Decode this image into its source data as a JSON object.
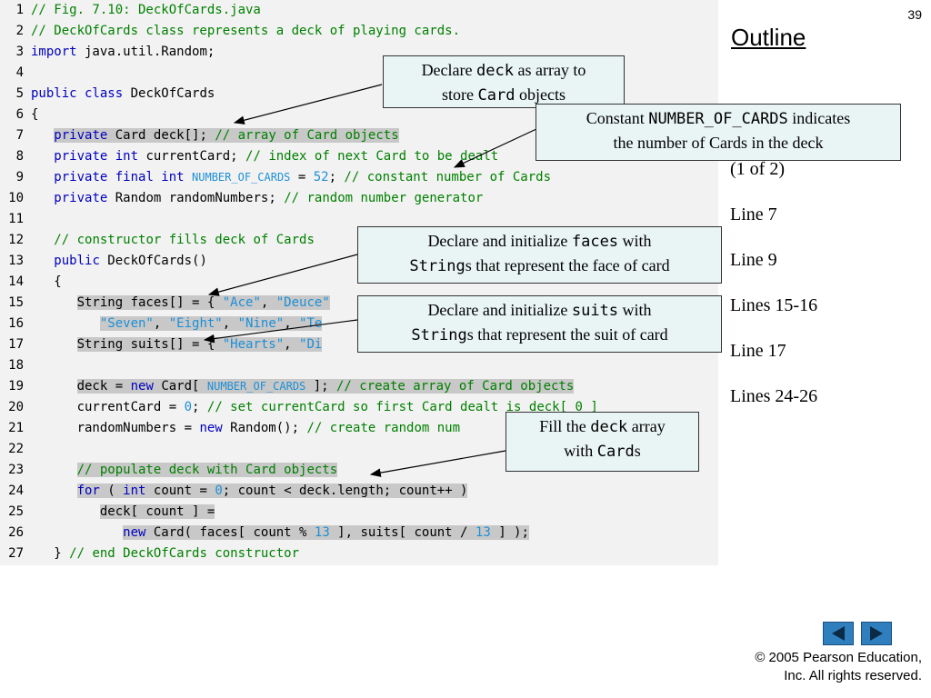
{
  "slide_number": "39",
  "outline": {
    "title": "Outline",
    "items": [
      "(1 of 2)",
      "Line 7",
      "Line 9",
      "Lines 15-16",
      "Line 17",
      "Lines 24-26"
    ]
  },
  "code": {
    "line_numbers": [
      "1",
      "2",
      "3",
      "4",
      "5",
      "6",
      "7",
      "8",
      "9",
      "10",
      "11",
      "12",
      "13",
      "14",
      "15",
      "16",
      "17",
      "18",
      "19",
      "20",
      "21",
      "22",
      "23",
      "24",
      "25",
      "26",
      "27"
    ],
    "l1": "// Fig. 7.10: DeckOfCards.java",
    "l2": "// DeckOfCards class represents a deck of playing cards.",
    "l3_kw": "import",
    "l3_rest": " java.util.Random;",
    "l5_kw": "public class",
    "l5_rest": " DeckOfCards",
    "l6": "{",
    "l7_kw": "private",
    "l7_rest": " Card deck[]; ",
    "l7_cm": "// array of Card objects",
    "l8_kw": "private int",
    "l8_rest": " currentCard; ",
    "l8_cm": "// index of next Card to be dealt",
    "l9_kw": "private final int",
    "l9_const": "NUMBER_OF_CARDS",
    "l9_eq": " = ",
    "l9_num": "52",
    "l9_semi": "; ",
    "l9_cm": "// constant number of Cards",
    "l10_kw": "private",
    "l10_rest": " Random randomNumbers; ",
    "l10_cm": "// random number generator",
    "l12_cm": "// constructor fills deck of Cards",
    "l13_kw": "public",
    "l13_rest": " DeckOfCards()",
    "l14": "{",
    "l15_a": "String faces[] = { ",
    "l15_s1": "\"Ace\"",
    "l15_c": ", ",
    "l15_s2": "\"Deuce\"",
    "l16_s1": "\"Seven\"",
    "l16_c1": ", ",
    "l16_s2": "\"Eight\"",
    "l16_c2": ", ",
    "l16_s3": "\"Nine\"",
    "l16_c3": ", ",
    "l16_s4": "\"Te",
    "l17_a": "String suits[] = { ",
    "l17_s1": "\"Hearts\"",
    "l17_c": ", ",
    "l17_s2": "\"Di",
    "l19_a": "deck = ",
    "l19_kw": "new",
    "l19_b": " Card[ ",
    "l19_const": "NUMBER_OF_CARDS",
    "l19_c": " ]; ",
    "l19_cm": "// create array of Card objects",
    "l20_a": "currentCard = ",
    "l20_num": "0",
    "l20_b": "; ",
    "l20_cm": "// set currentCard so first Card dealt is deck[ 0 ]",
    "l21_a": "randomNumbers = ",
    "l21_kw": "new",
    "l21_b": " Random(); ",
    "l21_cm": "// create random num",
    "l23_cm": "// populate deck with Card objects",
    "l24_kw1": "for",
    "l24_a": " ( ",
    "l24_kw2": "int",
    "l24_b": " count = ",
    "l24_num": "0",
    "l24_c": "; count < deck.length; count++ )",
    "l25": "deck[ count ] =",
    "l26_kw": "new",
    "l26_a": " Card( faces[ count % ",
    "l26_n1": "13",
    "l26_b": " ], suits[ count / ",
    "l26_n2": "13",
    "l26_c": " ] );",
    "l27_a": "} ",
    "l27_cm": "// end DeckOfCards constructor"
  },
  "callouts": {
    "deck": {
      "t1": "Declare ",
      "m1": "deck",
      "t2": " as array to",
      "t3": "store ",
      "m2": "Card",
      "t4": " objects"
    },
    "constant": {
      "t1": "Constant ",
      "m1": "NUMBER_OF_CARDS",
      "t2": " indicates",
      "t3": "the number of Cards in the deck"
    },
    "faces": {
      "t1": "Declare and initialize ",
      "m1": "faces",
      "t2": " with",
      "m2": "String",
      "t3": "s that represent the face of card"
    },
    "suits": {
      "t1": "Declare and initialize ",
      "m1": "suits",
      "t2": " with",
      "m2": "String",
      "t3": "s that represent the suit of card"
    },
    "fill": {
      "t1": "Fill the ",
      "m1": "deck",
      "t2": " array",
      "t3": "with ",
      "m2": "Card",
      "t4": "s"
    }
  },
  "navigation": {
    "prev_icon": "previous-slide-icon",
    "next_icon": "next-slide-icon"
  },
  "copyright": {
    "line1": "© 2005 Pearson Education,",
    "line2": "Inc.  All rights reserved."
  },
  "colors": {
    "keyword": "#0000c0",
    "comment": "#008000",
    "literal": "#1e8fd6",
    "callout_bg": "#e9f4f4",
    "nav_button": "#2f7fbf"
  }
}
